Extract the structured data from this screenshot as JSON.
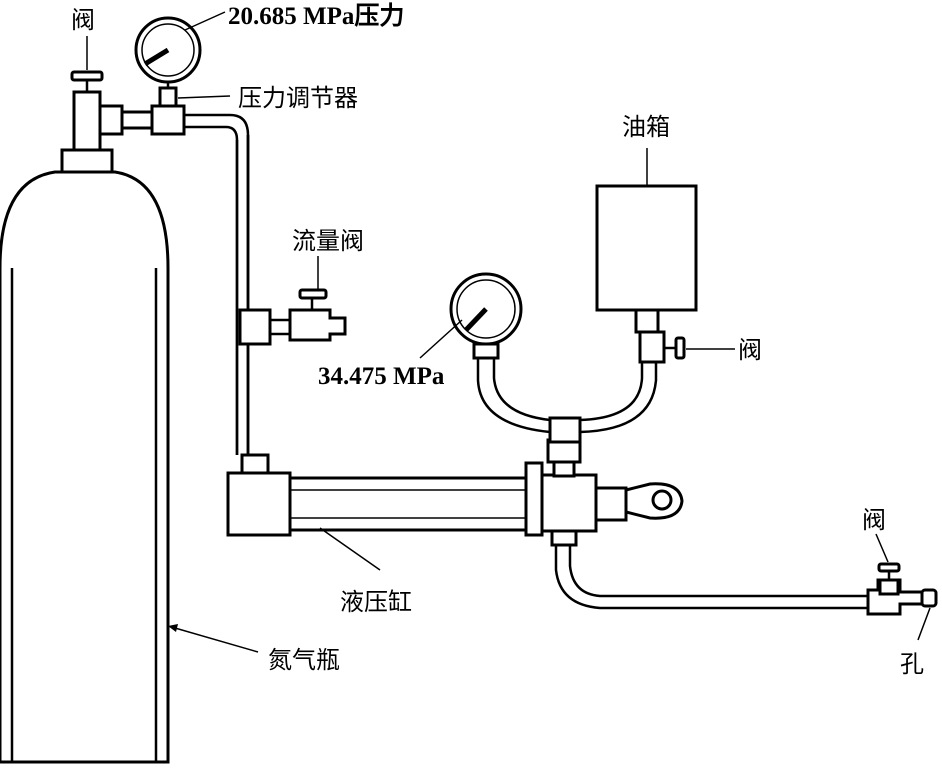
{
  "labels": {
    "valve_top": "阀",
    "pressure_top": "20.685 MPa压力",
    "regulator": "压力调节器",
    "flow_valve": "流量阀",
    "oil_tank": "油箱",
    "valve_tank": "阀",
    "pressure_mid": "34.475 MPa",
    "hydraulic_cylinder": "液压缸",
    "valve_right": "阀",
    "nitrogen_bottle": "氮气瓶",
    "hole": "孔"
  },
  "colors": {
    "stroke": "#000000",
    "background": "#ffffff"
  }
}
